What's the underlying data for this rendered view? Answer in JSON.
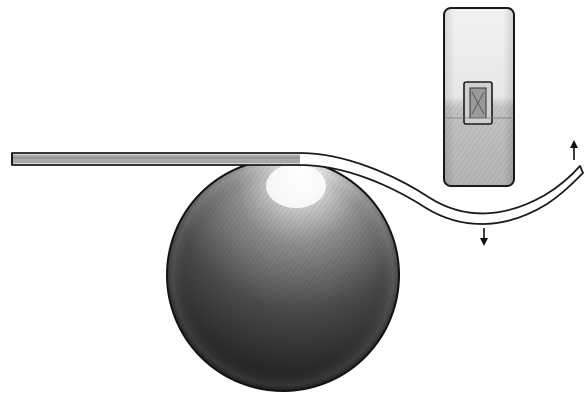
{
  "illustration": {
    "elements": [
      "sphere",
      "strip",
      "block",
      "arrow-up",
      "arrow-down"
    ]
  }
}
